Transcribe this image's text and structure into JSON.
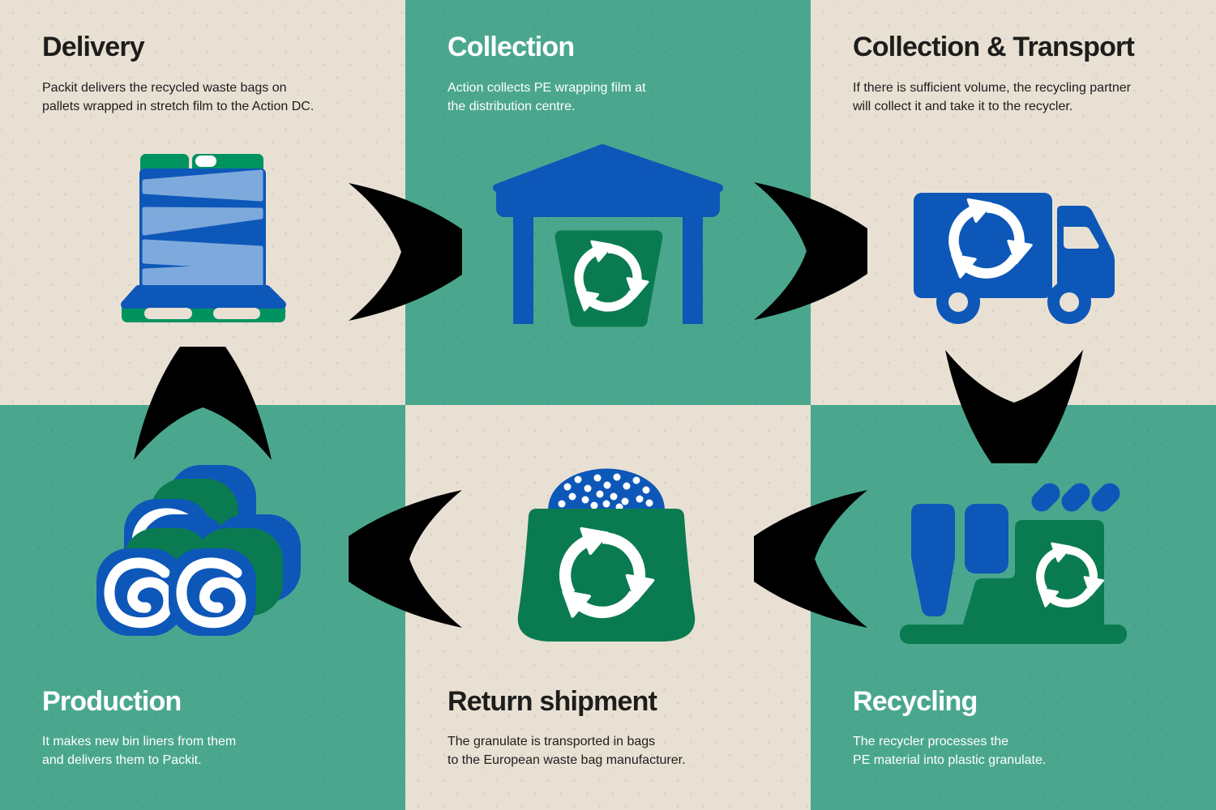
{
  "colors": {
    "beige": "#e9e0d4",
    "green_bg": "#4aa78e",
    "blue": "#0d57b8",
    "light_blue": "#7ea9dc",
    "dark_green": "#0a7b50",
    "pallet_green": "#009360",
    "text_dark": "#1d1d1b"
  },
  "panels": [
    {
      "title": "Delivery",
      "desc": "Packit delivers the recycled waste bags on\npallets wrapped in stretch film to the Action DC.",
      "theme": "beige",
      "icon": "pallet-stack-icon"
    },
    {
      "title": "Collection",
      "desc": "Action collects PE wrapping film at\nthe distribution centre.",
      "theme": "green",
      "icon": "warehouse-bin-icon"
    },
    {
      "title": "Collection & Transport",
      "desc": "If there is sufficient volume, the recycling partner\nwill collect it and take it to the recycler.",
      "theme": "beige",
      "icon": "recycling-truck-icon"
    },
    {
      "title": "Production",
      "desc": "It makes new bin liners from them\nand delivers them to Packit.",
      "theme": "green",
      "icon": "bin-liner-rolls-icon"
    },
    {
      "title": "Return shipment",
      "desc": "The granulate is transported in bags\nto the European waste bag manufacturer.",
      "theme": "beige",
      "icon": "granulate-bag-icon"
    },
    {
      "title": "Recycling",
      "desc": "The recycler processes the\nPE material into plastic granulate.",
      "theme": "green",
      "icon": "recycling-factory-icon"
    }
  ],
  "arrows": [
    {
      "from": "Delivery",
      "to": "Collection",
      "direction": "right"
    },
    {
      "from": "Collection",
      "to": "Collection & Transport",
      "direction": "right"
    },
    {
      "from": "Collection & Transport",
      "to": "Recycling",
      "direction": "down"
    },
    {
      "from": "Recycling",
      "to": "Return shipment",
      "direction": "left"
    },
    {
      "from": "Return shipment",
      "to": "Production",
      "direction": "left"
    },
    {
      "from": "Production",
      "to": "Delivery",
      "direction": "up"
    }
  ]
}
